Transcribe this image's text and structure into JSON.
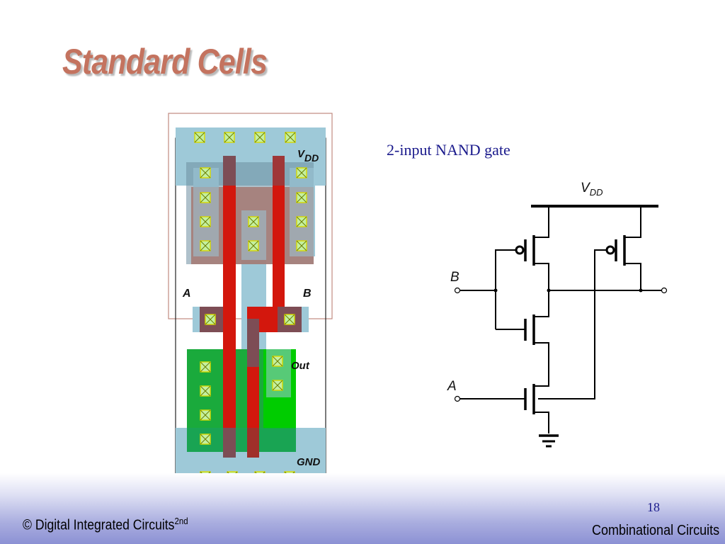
{
  "slide": {
    "title": "Standard Cells",
    "page_number": "18",
    "footer_left_prefix": "© Digital Integrated Circuits",
    "footer_left_sup": "2nd",
    "footer_right": "Combinational Circuits"
  },
  "layout_diagram": {
    "labels": {
      "vdd_main": "V",
      "vdd_sub": "DD",
      "input_a": "A",
      "input_b": "B",
      "output": "Out",
      "ground": "GND"
    }
  },
  "schematic": {
    "caption": "2-input NAND gate",
    "vdd_main": "V",
    "vdd_sub": "DD",
    "input_a": "A",
    "input_b": "B"
  },
  "colors": {
    "title": "#c4735f",
    "metal": "#9ec9d8",
    "p_diffusion": "#a57c77",
    "n_diffusion": "#1aaa3c",
    "polysilicon": "#d3170d",
    "contact_fill": "#c4f0a0",
    "contact_stroke": "#dada00",
    "text_blue": "#1a1a8c"
  }
}
